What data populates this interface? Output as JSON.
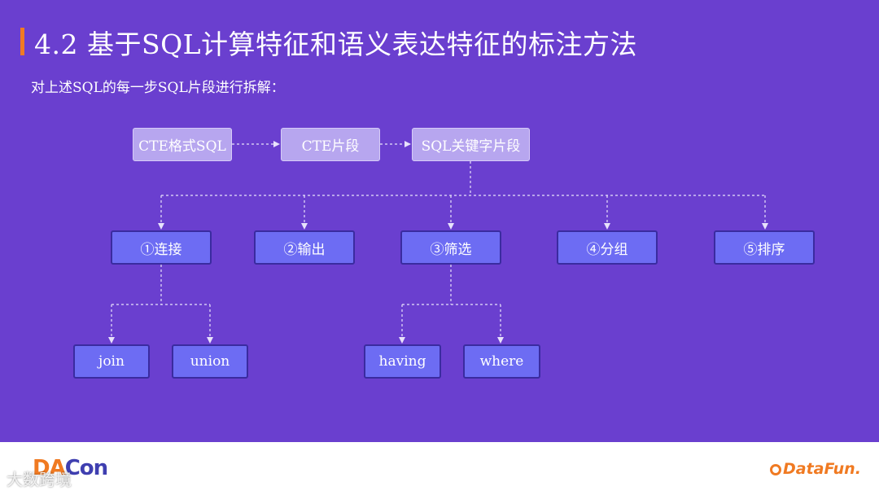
{
  "title": "4.2 基于SQL计算特征和语义表达特征的标注方法",
  "subtitle": "对上述SQL的每一步SQL片段进行拆解：",
  "diagram": {
    "top_row": [
      "CTE格式SQL",
      "CTE片段",
      "SQL关键字片段"
    ],
    "steps": [
      "①连接",
      "②输出",
      "③筛选",
      "④分组",
      "⑤排序"
    ],
    "join_children": [
      "join",
      "union"
    ],
    "filter_children": [
      "having",
      "where"
    ]
  },
  "footer": {
    "left_logo_part1": "DA",
    "left_logo_part2": "Con",
    "watermark": "大数跨境",
    "right_logo": "DataFun."
  },
  "colors": {
    "background": "#6a3fcf",
    "accent": "#f07a22",
    "light_box": "#b7a6ef",
    "step_box": "#6d6cf3"
  }
}
